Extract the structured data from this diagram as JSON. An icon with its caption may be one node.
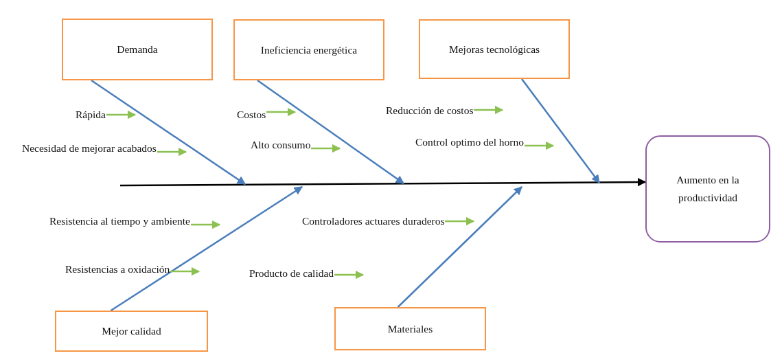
{
  "diagram": {
    "nodes": [
      {
        "text": [
          "Demanda"
        ]
      },
      {
        "text": [
          "Ineficiencia energética"
        ]
      },
      {
        "text": [
          "Mejoras tecnológicas"
        ]
      },
      {
        "text": [
          "Rápida"
        ]
      },
      {
        "text": [
          "Costos"
        ]
      },
      {
        "text": [
          "Reducción de costos"
        ]
      },
      {
        "text": [
          "Necesidad de mejorar acabados"
        ]
      },
      {
        "text": [
          "Alto consumo"
        ]
      },
      {
        "text": [
          "Control optimo del horno"
        ]
      },
      {
        "text": [
          "Aumento en la productividad"
        ]
      },
      {
        "text": [
          "Resistencia al tiempo y ambiente"
        ]
      },
      {
        "text": [
          "Controladores actuares duraderos"
        ]
      },
      {
        "text": [
          "Resistencias a oxidación"
        ]
      },
      {
        "text": [
          "Producto de calidad"
        ]
      },
      {
        "text": [
          "Mejor calidad"
        ]
      },
      {
        "text": [
          "Materiales"
        ]
      }
    ],
    "edges": [
      {
        "from": null,
        "to": 9,
        "arrow": "to",
        "color": "#000000"
      },
      {
        "from": 0,
        "to": null,
        "arrow": "to",
        "color": "#4a7ebb"
      },
      {
        "from": 1,
        "to": null,
        "arrow": "to",
        "color": "#4a7ebb"
      },
      {
        "from": 2,
        "to": null,
        "arrow": "to",
        "color": "#4a7ebb"
      },
      {
        "from": 14,
        "to": null,
        "arrow": "to",
        "color": "#4a7ebb"
      },
      {
        "from": 15,
        "to": null,
        "arrow": "to",
        "color": "#4a7ebb"
      },
      {
        "from": 3,
        "to": null,
        "arrow": "to"
      },
      {
        "from": 6,
        "to": null,
        "arrow": "to"
      },
      {
        "from": 4,
        "to": null,
        "arrow": "to"
      },
      {
        "from": 7,
        "to": null,
        "arrow": "to"
      },
      {
        "from": 5,
        "to": null,
        "arrow": "to"
      },
      {
        "from": 8,
        "to": null,
        "arrow": "to"
      },
      {
        "from": 10,
        "to": null,
        "arrow": "to"
      },
      {
        "from": 12,
        "to": null,
        "arrow": "to"
      },
      {
        "from": 11,
        "to": null,
        "arrow": "to"
      },
      {
        "from": 13,
        "to": null,
        "arrow": "to"
      }
    ]
  }
}
